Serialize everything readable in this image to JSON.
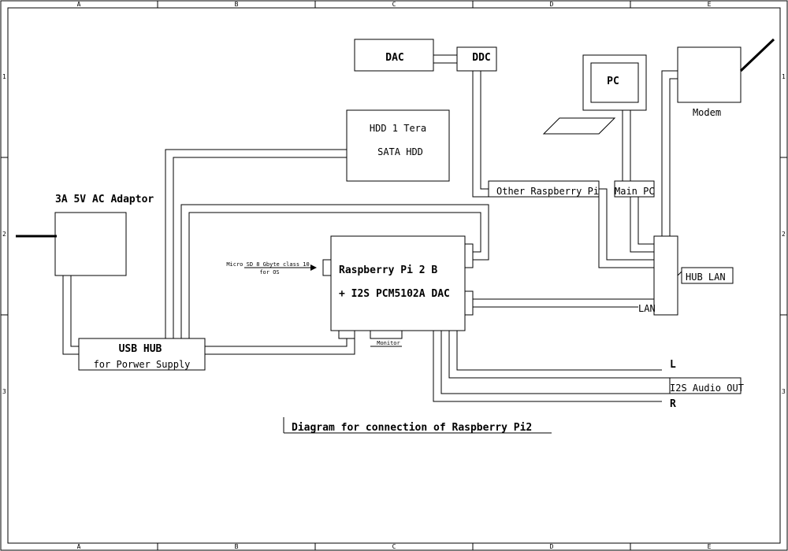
{
  "frame": {
    "col_labels": [
      "A",
      "B",
      "C",
      "D",
      "E"
    ],
    "row_labels": [
      "1",
      "2",
      "3"
    ]
  },
  "title": "Diagram for connection of Raspberry Pi2",
  "blocks": {
    "dac": "DAC",
    "ddc": "DDC",
    "pc": "PC",
    "modem": "Modem",
    "hdd_line1": "HDD 1 Tera",
    "hdd_line2": "SATA HDD",
    "adaptor": "3A 5V AC Adaptor",
    "other_pi": "Other Raspberry Pi",
    "main_pc": "Main PC",
    "rpi_line1": "Raspberry Pi 2 B",
    "rpi_line2": "+ I2S PCM5102A DAC",
    "sd_line1": "Micro SD 8 Gbyte class 10",
    "sd_line2": "for OS",
    "monitor": "Monitor",
    "hub_lan": "HUB LAN",
    "lan": "LAN",
    "usb_hub_line1": "USB HUB",
    "usb_hub_line2": "for Porwer Supply",
    "audio_l": "L",
    "audio_out": "I2S Audio OUT",
    "audio_r": "R"
  }
}
